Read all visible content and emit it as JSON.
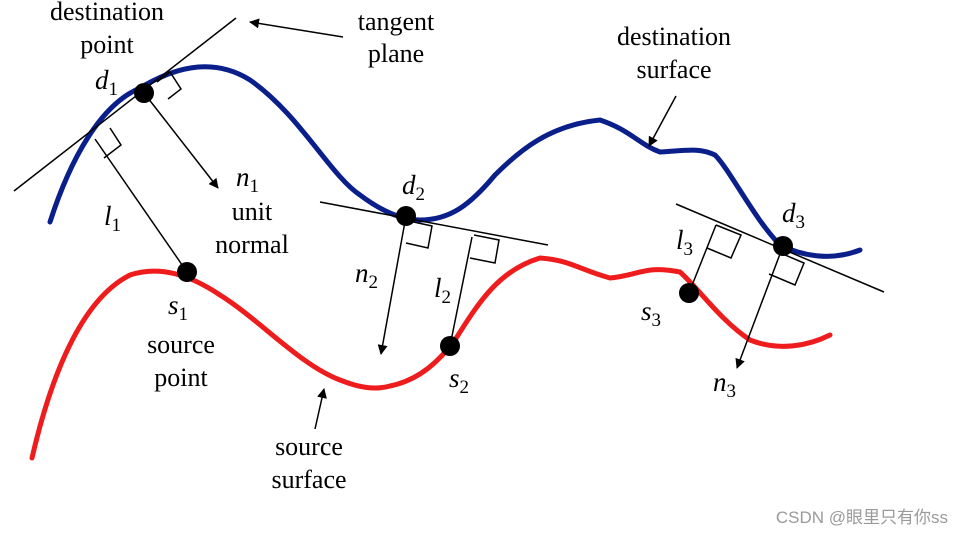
{
  "labels": {
    "destination_point": [
      "destination",
      "point"
    ],
    "tangent_plane": [
      "tangent",
      "plane"
    ],
    "destination_surface": [
      "destination",
      "surface"
    ],
    "unit_normal": [
      "unit",
      "normal"
    ],
    "source_point": [
      "source",
      "point"
    ],
    "source_surface": [
      "source",
      "surface"
    ]
  },
  "symbols": {
    "d1": {
      "base": "d",
      "sub": "1"
    },
    "d2": {
      "base": "d",
      "sub": "2"
    },
    "d3": {
      "base": "d",
      "sub": "3"
    },
    "n1": {
      "base": "n",
      "sub": "1"
    },
    "n2": {
      "base": "n",
      "sub": "2"
    },
    "n3": {
      "base": "n",
      "sub": "3"
    },
    "l1": {
      "base": "l",
      "sub": "1"
    },
    "l2": {
      "base": "l",
      "sub": "2"
    },
    "l3": {
      "base": "l",
      "sub": "3"
    },
    "s1": {
      "base": "s",
      "sub": "1"
    },
    "s2": {
      "base": "s",
      "sub": "2"
    },
    "s3": {
      "base": "s",
      "sub": "3"
    }
  },
  "colors": {
    "destination_surface": "#0a1f8a",
    "source_surface": "#ee1c1c",
    "lines": "#000000",
    "watermark": "#9a9a9a"
  },
  "watermark": "CSDN @眼里只有你ss"
}
